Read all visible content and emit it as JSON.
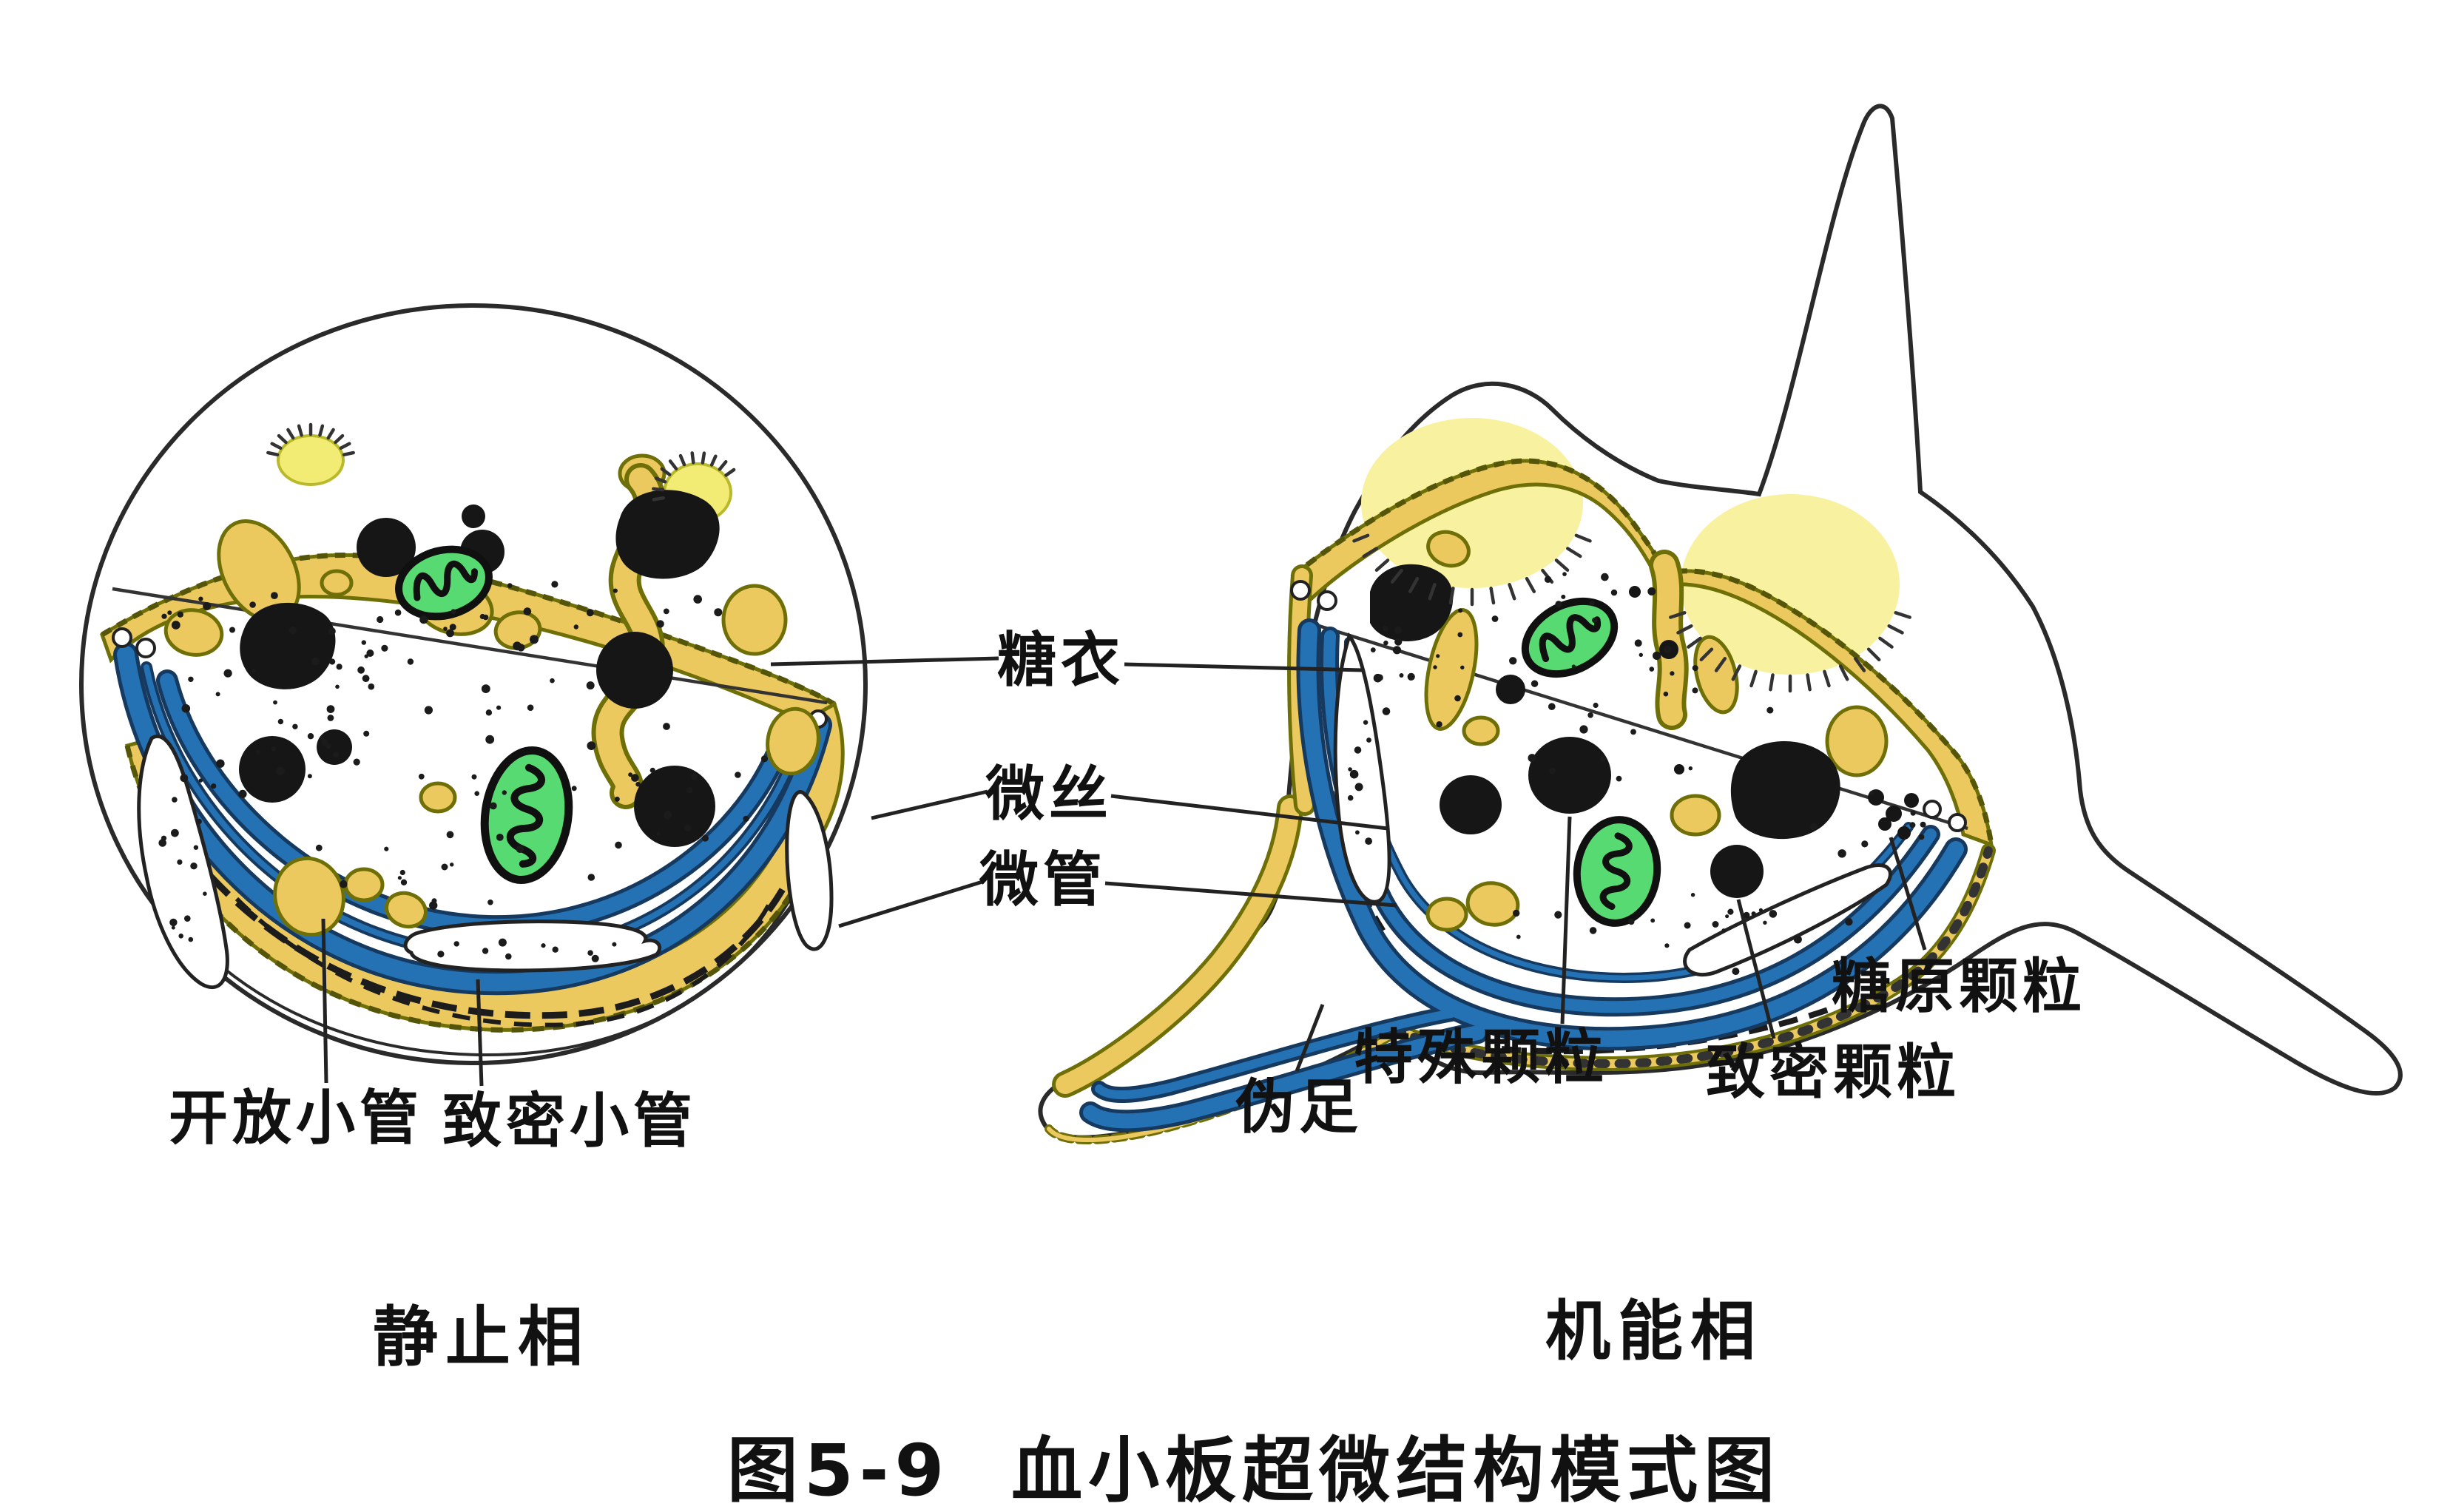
{
  "figure": {
    "caption": "图5-9  血小板超微结构模式图",
    "left_phase_label": "静止相",
    "right_phase_label": "机能相"
  },
  "labels": {
    "glycocalyx": "糖衣",
    "microfilament": "微丝",
    "microtubule": "微管",
    "open_canaliculi": "开放小管",
    "dense_tubules": "致密小管",
    "specific_granule": "特殊颗粒",
    "dense_granule": "致密颗粒",
    "glycogen_granule": "糖原颗粒",
    "pseudopod": "伪足"
  },
  "colors": {
    "ink": "#2a2a2a",
    "glycocalyx_tan": "#ecc95f",
    "band_outline_olive": "#6f6f08",
    "microtubule_blue": "#2471b4",
    "microtubule_dark": "#16395f",
    "mitochondrion_green": "#58da72",
    "pale_patch_yellow": "#f8f19f",
    "vesicle_yellow": "#f3ec74",
    "granule_black": "#161616",
    "label_text": "#111111"
  }
}
